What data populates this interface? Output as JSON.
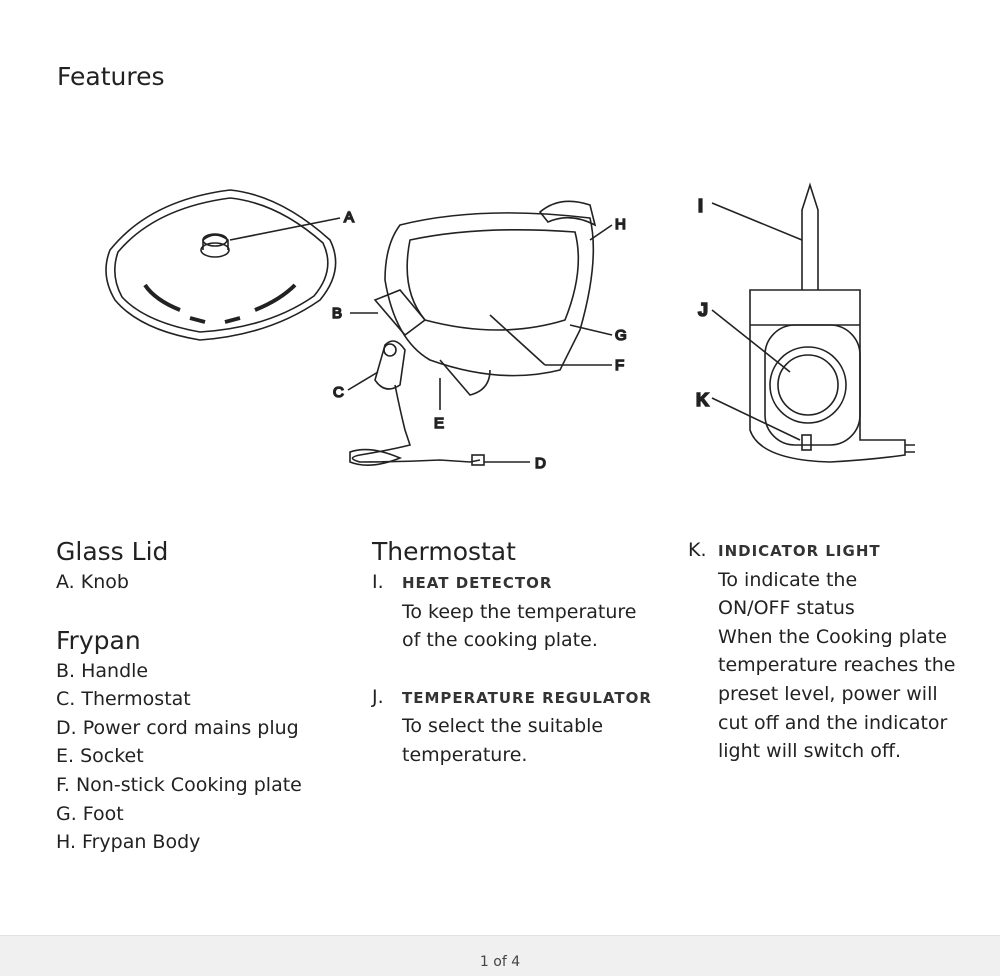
{
  "title": "Features",
  "diagram_labels": {
    "a": "A",
    "b": "B",
    "c": "C",
    "d": "D",
    "e": "E",
    "f": "F",
    "g": "G",
    "h": "H",
    "i": "I",
    "j": "J",
    "k": "K"
  },
  "glass_lid": {
    "heading": "Glass Lid",
    "items": [
      "A. Knob"
    ]
  },
  "frypan": {
    "heading": "Frypan",
    "items": [
      "B. Handle",
      "C. Thermostat",
      "D. Power cord mains plug",
      "E. Socket",
      "F. Non-stick Cooking plate",
      "G. Foot",
      "H. Frypan Body"
    ]
  },
  "thermostat": {
    "heading": "Thermostat",
    "items": [
      {
        "num": "I.",
        "name": "HEAT DETECTOR",
        "desc": [
          "To keep the temperature",
          "of the cooking plate."
        ]
      },
      {
        "num": "J.",
        "name": "TEMPERATURE REGULATOR",
        "desc": [
          "To select the suitable",
          "temperature."
        ]
      }
    ]
  },
  "indicator": {
    "num": "K.",
    "name": "INDICATOR LIGHT",
    "desc": [
      "To indicate the",
      "ON/OFF status",
      "When the Cooking plate",
      "temperature reaches the",
      "preset level, power will",
      "cut off and the indicator",
      "light will switch off."
    ]
  },
  "footer": {
    "page": "1 of 4"
  }
}
